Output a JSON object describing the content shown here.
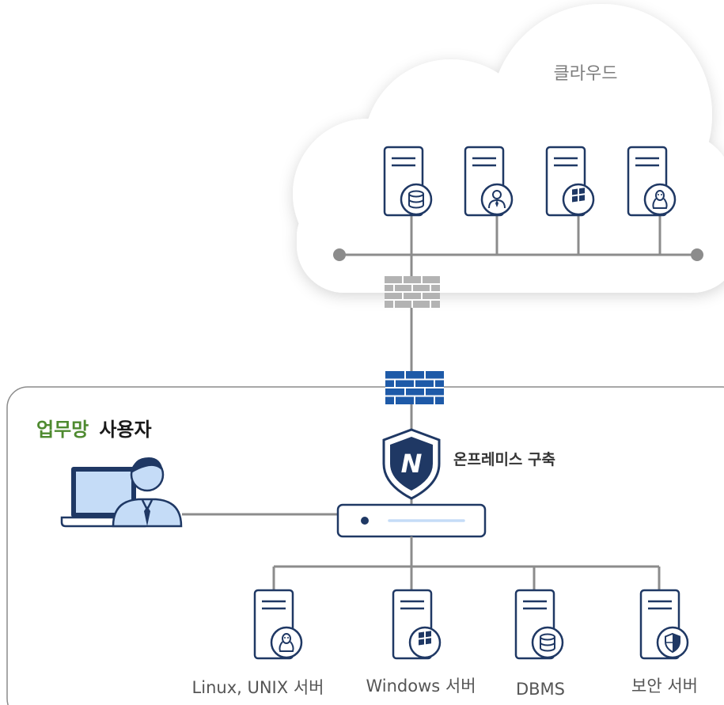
{
  "cloud": {
    "label": "클라우드",
    "servers": [
      {
        "icon": "database-icon"
      },
      {
        "icon": "user-icon"
      },
      {
        "icon": "windows-icon"
      },
      {
        "icon": "linux-icon"
      }
    ]
  },
  "onprem": {
    "title_prefix": "업무망",
    "title_suffix": "사용자",
    "build_label": "온프레미스 구축",
    "shield_letter": "N",
    "servers": [
      {
        "label": "Linux, UNIX 서버",
        "icon": "linux-icon"
      },
      {
        "label": "Windows 서버",
        "icon": "windows-icon"
      },
      {
        "label": "DBMS",
        "icon": "database-icon"
      },
      {
        "label": "보안 서버",
        "icon": "shield-icon"
      }
    ]
  },
  "colors": {
    "navy": "#1f3864",
    "firewall_blue": "#1e5aa8",
    "firewall_gray": "#b3b3b3",
    "accent_green": "#4e8a2f",
    "screen_blue": "#c5dcf7"
  }
}
